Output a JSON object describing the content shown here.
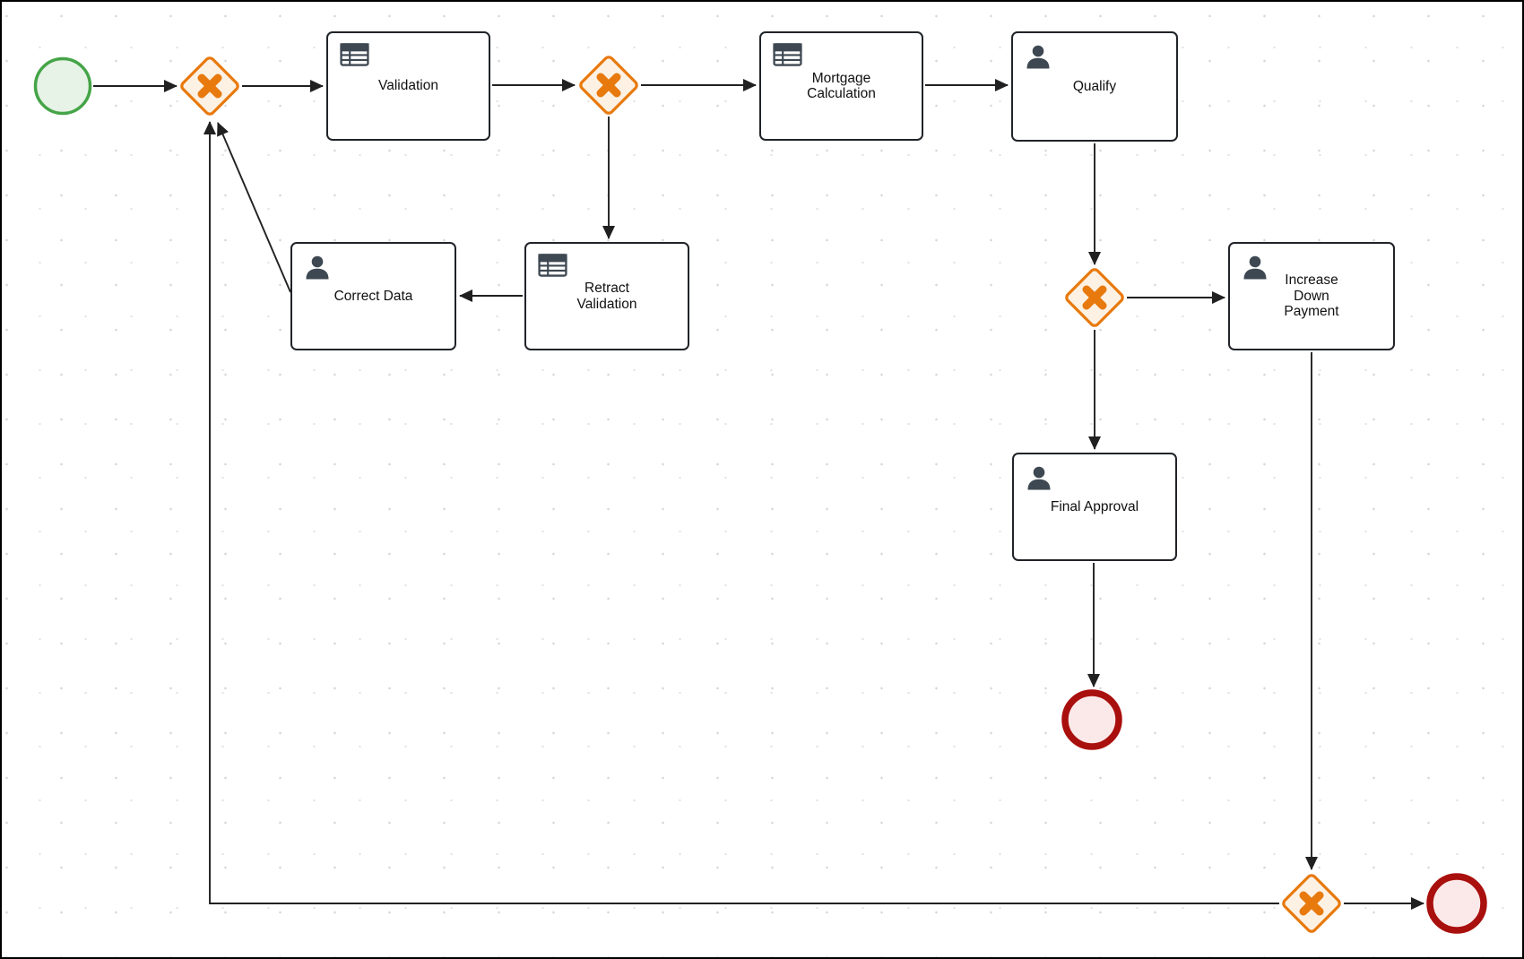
{
  "colors": {
    "task-border": "#202328",
    "gateway-stroke": "#e8790c",
    "gateway-fill": "#fcf1e3",
    "start-stroke": "#45a447",
    "start-fill": "#e6f3e6",
    "end-stroke": "#a90f0d",
    "end-fill": "#fbe9e9",
    "icon": "#3e4852",
    "flow-line": "#202020",
    "label": "#101010"
  },
  "nodes": {
    "start_event": {
      "type": "start-event"
    },
    "gateway_join": {
      "type": "exclusive-gateway",
      "icon": "x-marker-icon"
    },
    "validation": {
      "label": "Validation",
      "type": "business-rule-task",
      "icon": "table-icon"
    },
    "gateway_validation_split": {
      "type": "exclusive-gateway",
      "icon": "x-marker-icon"
    },
    "mortgage_calculation": {
      "label": "Mortgage\nCalculation",
      "type": "business-rule-task",
      "icon": "table-icon"
    },
    "qualify": {
      "label": "Qualify",
      "type": "user-task",
      "icon": "user-icon"
    },
    "retract_validation": {
      "label": "Retract\nValidation",
      "type": "business-rule-task",
      "icon": "table-icon"
    },
    "correct_data": {
      "label": "Correct Data",
      "type": "user-task",
      "icon": "user-icon"
    },
    "gateway_qualify_split": {
      "type": "exclusive-gateway",
      "icon": "x-marker-icon"
    },
    "increase_down_payment": {
      "label": "Increase\nDown\nPayment",
      "type": "user-task",
      "icon": "user-icon"
    },
    "final_approval": {
      "label": "Final Approval",
      "type": "user-task",
      "icon": "user-icon"
    },
    "end_event_approved": {
      "type": "end-event"
    },
    "gateway_downpayment_split": {
      "type": "exclusive-gateway",
      "icon": "x-marker-icon"
    },
    "end_event_final": {
      "type": "end-event"
    }
  },
  "flows": [
    {
      "from": "start_event",
      "to": "gateway_join"
    },
    {
      "from": "gateway_join",
      "to": "validation"
    },
    {
      "from": "validation",
      "to": "gateway_validation_split"
    },
    {
      "from": "gateway_validation_split",
      "to": "mortgage_calculation"
    },
    {
      "from": "mortgage_calculation",
      "to": "qualify"
    },
    {
      "from": "gateway_validation_split",
      "to": "retract_validation"
    },
    {
      "from": "retract_validation",
      "to": "correct_data"
    },
    {
      "from": "correct_data",
      "to": "gateway_join"
    },
    {
      "from": "qualify",
      "to": "gateway_qualify_split"
    },
    {
      "from": "gateway_qualify_split",
      "to": "final_approval"
    },
    {
      "from": "gateway_qualify_split",
      "to": "increase_down_payment"
    },
    {
      "from": "final_approval",
      "to": "end_event_approved"
    },
    {
      "from": "increase_down_payment",
      "to": "gateway_downpayment_split"
    },
    {
      "from": "gateway_downpayment_split",
      "to": "end_event_final"
    },
    {
      "from": "gateway_downpayment_split",
      "to": "gateway_join"
    }
  ]
}
